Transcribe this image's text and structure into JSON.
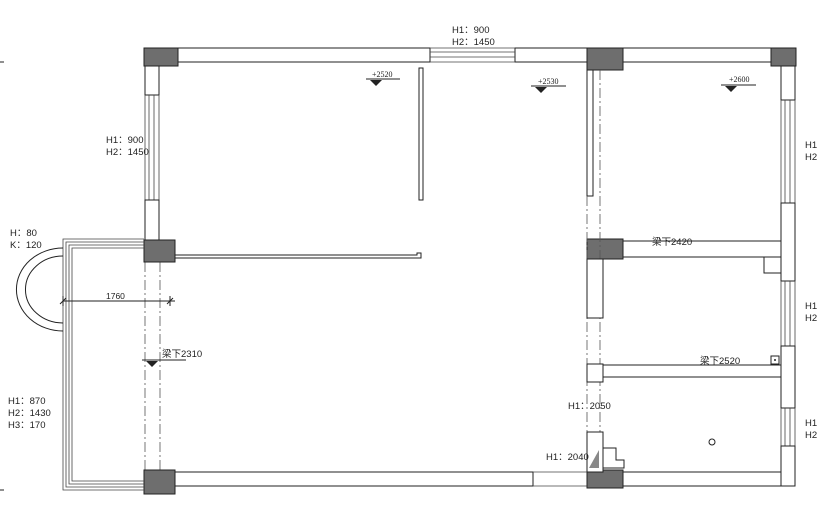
{
  "windows": {
    "top": [
      "H1：900",
      "H2：1450"
    ],
    "left": [
      "H1：900",
      "H2：1450"
    ],
    "right_top": [
      "H1：",
      "H2："
    ],
    "right_mid": [
      "H1：",
      "H2："
    ],
    "right_bottom": [
      "H1：",
      "H2："
    ],
    "bay": [
      "H1：870",
      "H2：1430",
      "H3：170"
    ]
  },
  "bay_arc": [
    "H：80",
    "K：120"
  ],
  "dimension": "1760",
  "levels": [
    "+2520",
    "+2530",
    "+2600"
  ],
  "beams": [
    "梁下2420",
    "梁下2520",
    "梁下2310"
  ],
  "openings": [
    "H1：2050",
    "H1：2040"
  ]
}
